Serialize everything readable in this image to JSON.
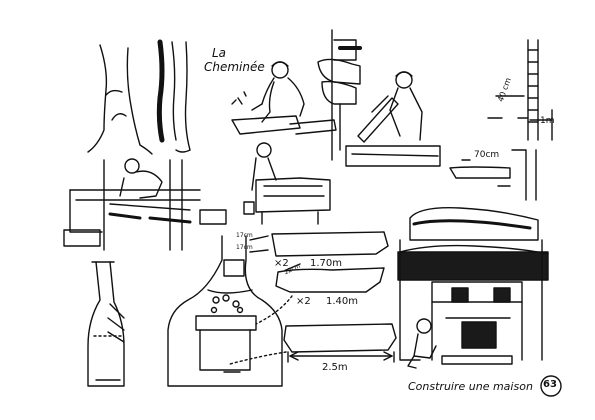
{
  "title_line1": "La",
  "title_line2": "Cheminée",
  "dim_40cm": "40 cm",
  "dim_1m": "1m",
  "dim_70cm": "70cm",
  "dim_17cm_a": "17cm",
  "dim_17cm_b": "17cm",
  "dim_22cm": "22cm",
  "count_1": "×2",
  "len_1": "1.70m",
  "count_2": "×2",
  "len_2": "1.40m",
  "len_3": "2.5m",
  "footer": "Construire une maison",
  "page_number": "63",
  "colors": {
    "ink": "#111111",
    "paper": "#ffffff",
    "dark": "#1a1a1a"
  }
}
